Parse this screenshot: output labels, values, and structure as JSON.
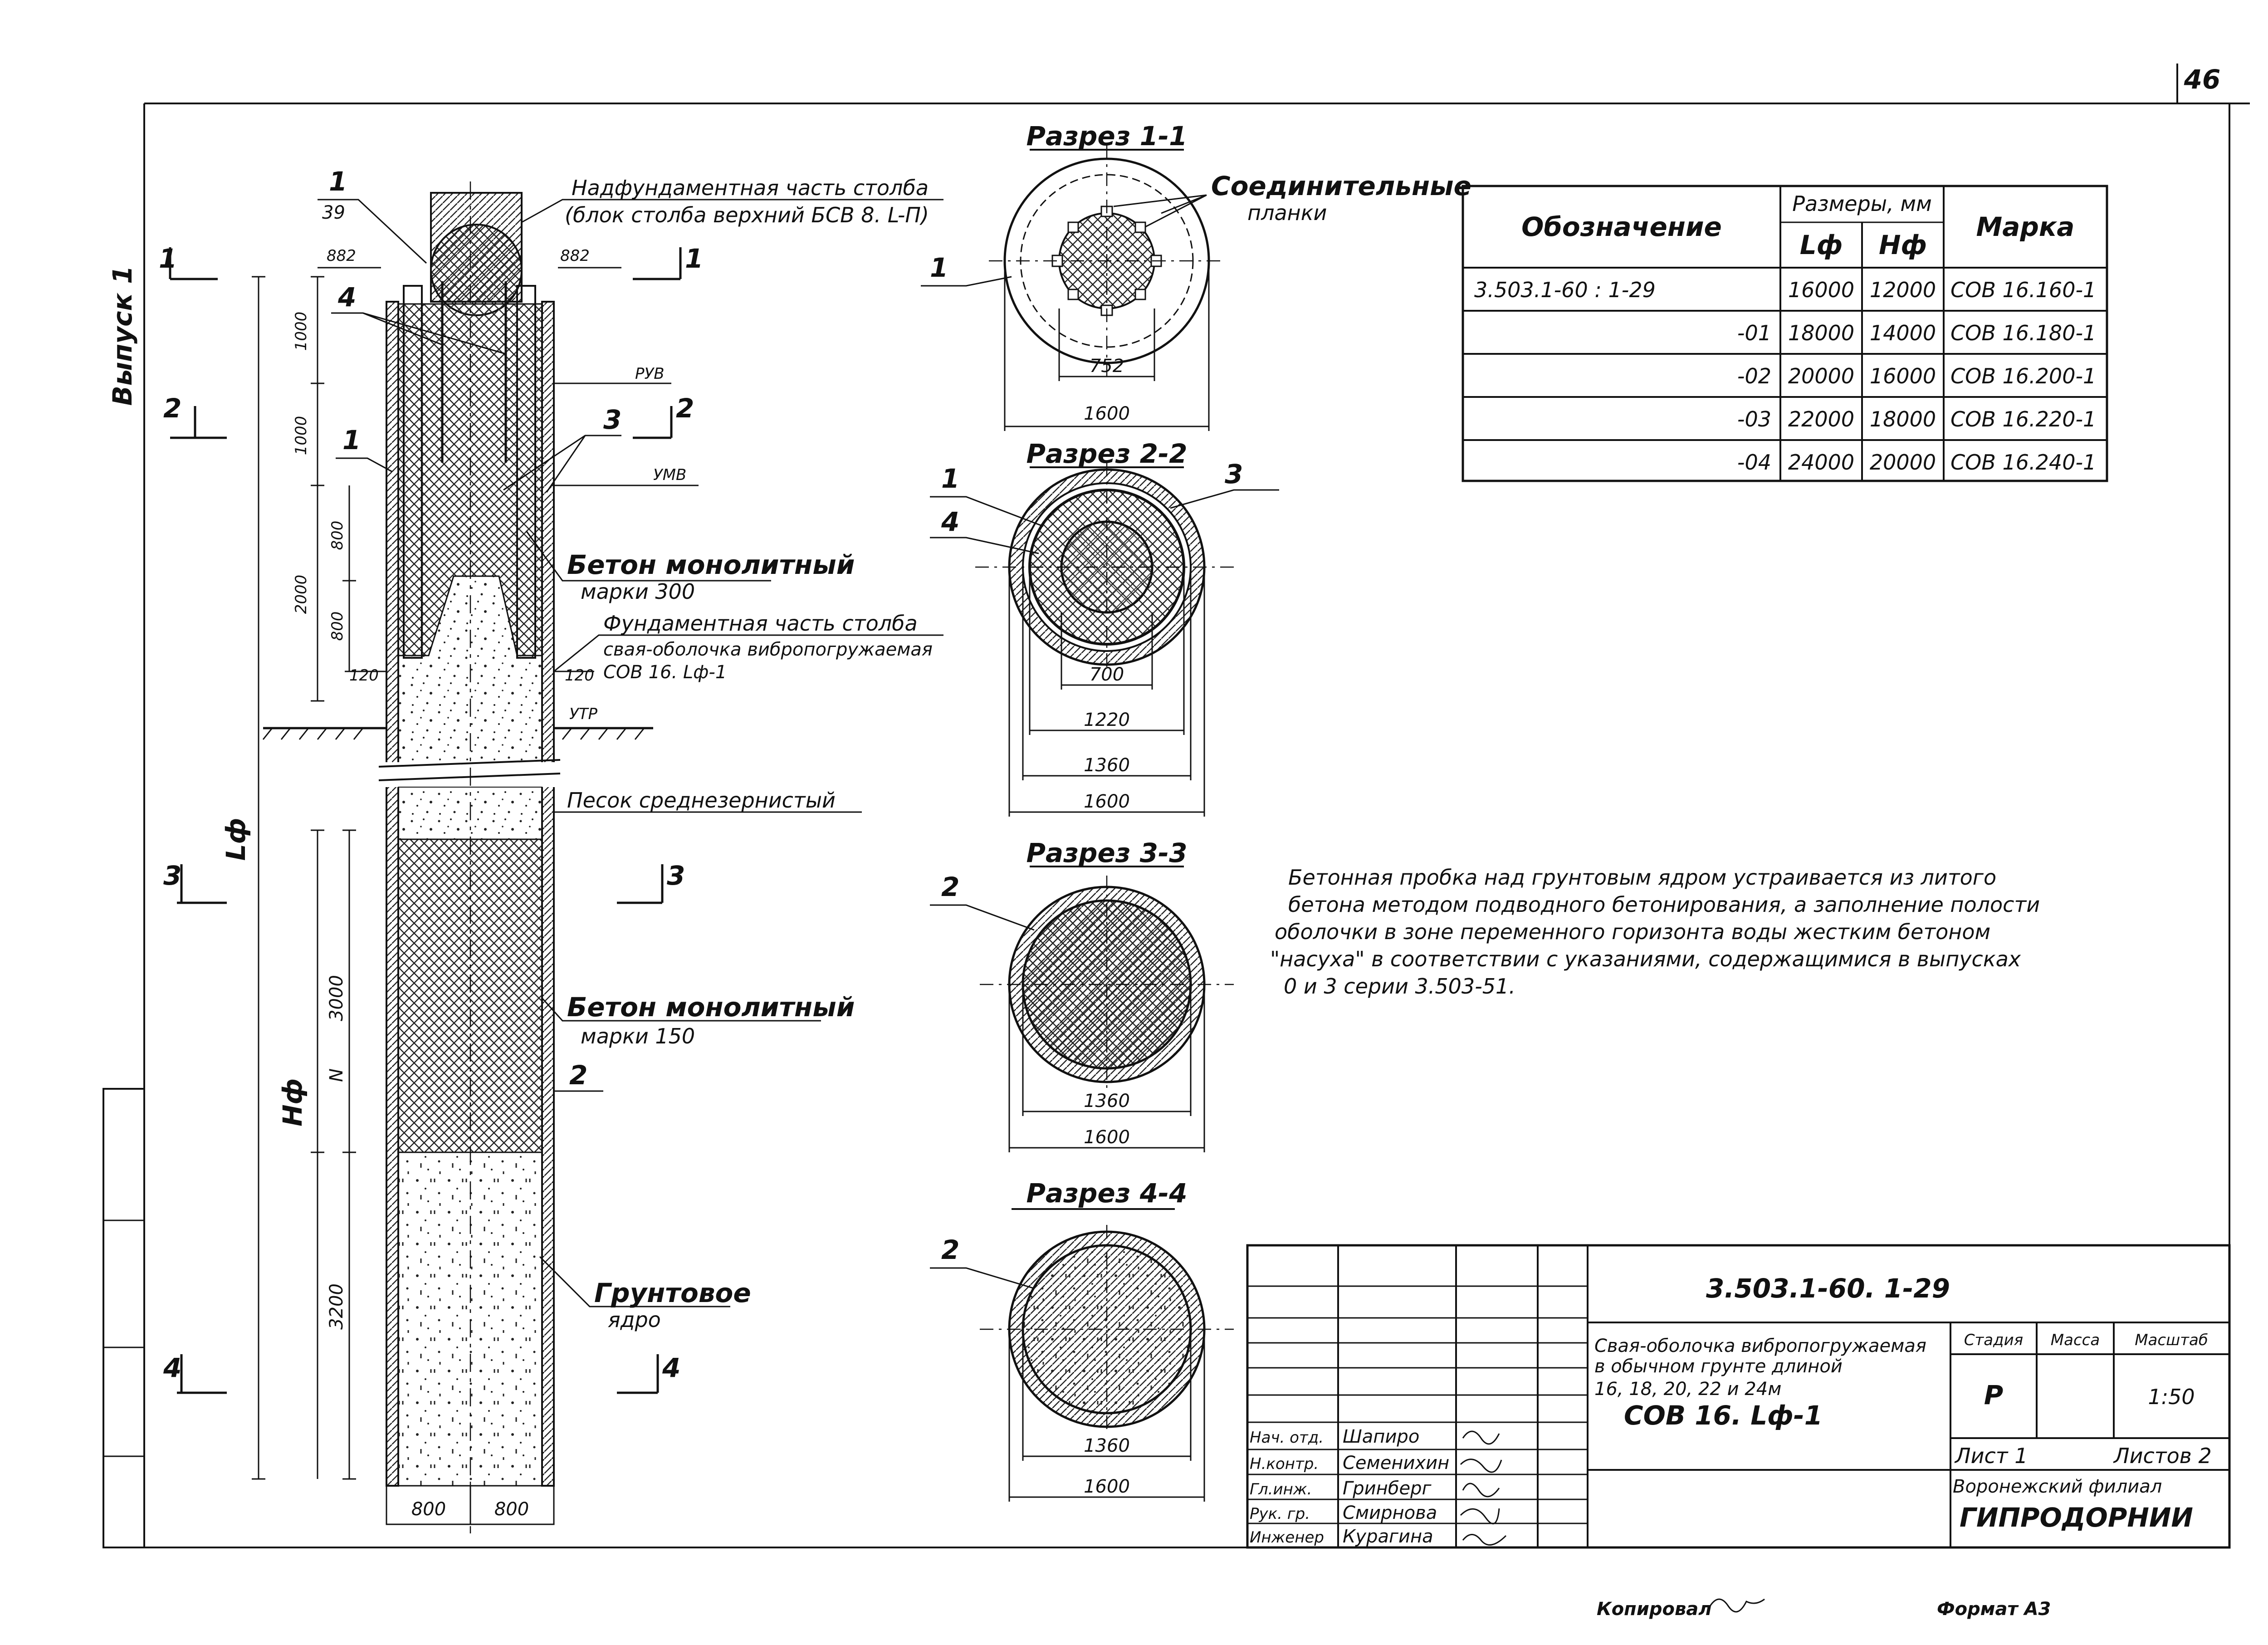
{
  "sheet": {
    "page_number": "46",
    "issue_label": "Выпуск 1",
    "footer_copied": "Копировал",
    "footer_format": "Формат А3"
  },
  "elevation": {
    "callout_number": "1",
    "callout_sheet": "39",
    "label_upper_part": "Надфундаментная часть столба",
    "label_upper_block": "(блок столба верхний БСВ 8. L-П)",
    "label_concrete_300": "Бетон монолитный",
    "label_concrete_300_grade": "марки 300",
    "label_foundation_part": "Фундаментная часть столба",
    "label_shell_pile": "свая-оболочка вибропогружаемая",
    "label_shell_mark": "СОВ 16. Lф-1",
    "label_sand": "Песок среднезернистый",
    "label_concrete_150": "Бетон монолитный",
    "label_concrete_150_grade": "марки 150",
    "label_soil_core": "Грунтовое",
    "label_soil_core_2": "ядро",
    "level_rvb": "РУВ",
    "level_umv": "УМВ",
    "level_utr": "УТР",
    "dim_882_left": "882",
    "dim_882_right": "882",
    "dim_1000_a": "1000",
    "dim_1000_b": "1000",
    "dim_800_a": "800",
    "dim_800_b": "800",
    "dim_2000": "2000",
    "dim_120_left": "120",
    "dim_120_right": "120",
    "dim_lf": "Lф",
    "dim_hf": "Hф",
    "dim_3000": "3000",
    "dim_3200": "3200",
    "dim_n": "N",
    "dim_base_800_left": "800",
    "dim_base_800_right": "800",
    "pos_1": "1",
    "pos_1b": "1",
    "pos_3": "3",
    "pos_4": "4",
    "pos_2": "2",
    "cut_1": "1",
    "cut_2": "2",
    "cut_3": "3",
    "cut_4": "4"
  },
  "sections": {
    "s1_title": "Разрез 1-1",
    "s1_label": "Соединительные",
    "s1_label_2": "планки",
    "s1_pos": "1",
    "s1_dim_inner": "752",
    "s1_dim_outer": "1600",
    "s2_title": "Разрез 2-2",
    "s2_pos_1": "1",
    "s2_pos_3": "3",
    "s2_pos_4": "4",
    "s2_dim_700": "700",
    "s2_dim_1220": "1220",
    "s2_dim_1360": "1360",
    "s2_dim_1600": "1600",
    "s3_title": "Разрез 3-3",
    "s3_pos": "2",
    "s3_dim_1360": "1360",
    "s3_dim_1600": "1600",
    "s4_title": "Разрез 4-4",
    "s4_pos": "2",
    "s4_dim_1360": "1360",
    "s4_dim_1600": "1600"
  },
  "marks_table": {
    "headers": {
      "designation": "Обозначение",
      "sizes": "Размеры, мм",
      "lf": "Lф",
      "hf": "Hф",
      "mark": "Марка"
    },
    "rows": [
      {
        "designation": "3.503.1-60 : 1-29",
        "lf": "16000",
        "hf": "12000",
        "mark": "СОВ 16.160-1"
      },
      {
        "designation": "-01",
        "lf": "18000",
        "hf": "14000",
        "mark": "СОВ 16.180-1"
      },
      {
        "designation": "-02",
        "lf": "20000",
        "hf": "16000",
        "mark": "СОВ 16.200-1"
      },
      {
        "designation": "-03",
        "lf": "22000",
        "hf": "18000",
        "mark": "СОВ 16.220-1"
      },
      {
        "designation": "-04",
        "lf": "24000",
        "hf": "20000",
        "mark": "СОВ 16.240-1"
      }
    ]
  },
  "note": {
    "lines": [
      "Бетонная пробка над грунтовым ядром устраивается из литого",
      "бетона методом подводного бетонирования, а заполнение полости",
      "оболочки в зоне переменного горизонта воды жестким бетоном",
      "\"насуха\" в соответствии с указаниями, содержащимися в выпусках",
      "0 и 3 серии 3.503-51."
    ]
  },
  "title_block": {
    "code": "3.503.1-60. 1-29",
    "title_line_1": "Свая-оболочка вибропогружаемая",
    "title_line_2": "в обычном грунте длиной",
    "title_line_3": "16, 18, 20, 22 и 24м",
    "title_line_4": "СОВ 16. Lф-1",
    "stage_label": "Стадия",
    "mass_label": "Масса",
    "scale_label": "Масштаб",
    "stage_value": "Р",
    "scale_value": "1:50",
    "sheet_label": "Лист 1",
    "sheets_label": "Листов 2",
    "org_line_1": "Воронежский филиал",
    "org_line_2": "ГИПРОДОРНИИ",
    "staff": [
      {
        "role": "Нач. отд.",
        "name": "Шапиро"
      },
      {
        "role": "Н.контр.",
        "name": "Семенихин"
      },
      {
        "role": "Гл.инж.",
        "name": "Гринберг"
      },
      {
        "role": "Рук. гр.",
        "name": "Смирнова"
      },
      {
        "role": "Инженер",
        "name": "Курагина"
      }
    ]
  }
}
